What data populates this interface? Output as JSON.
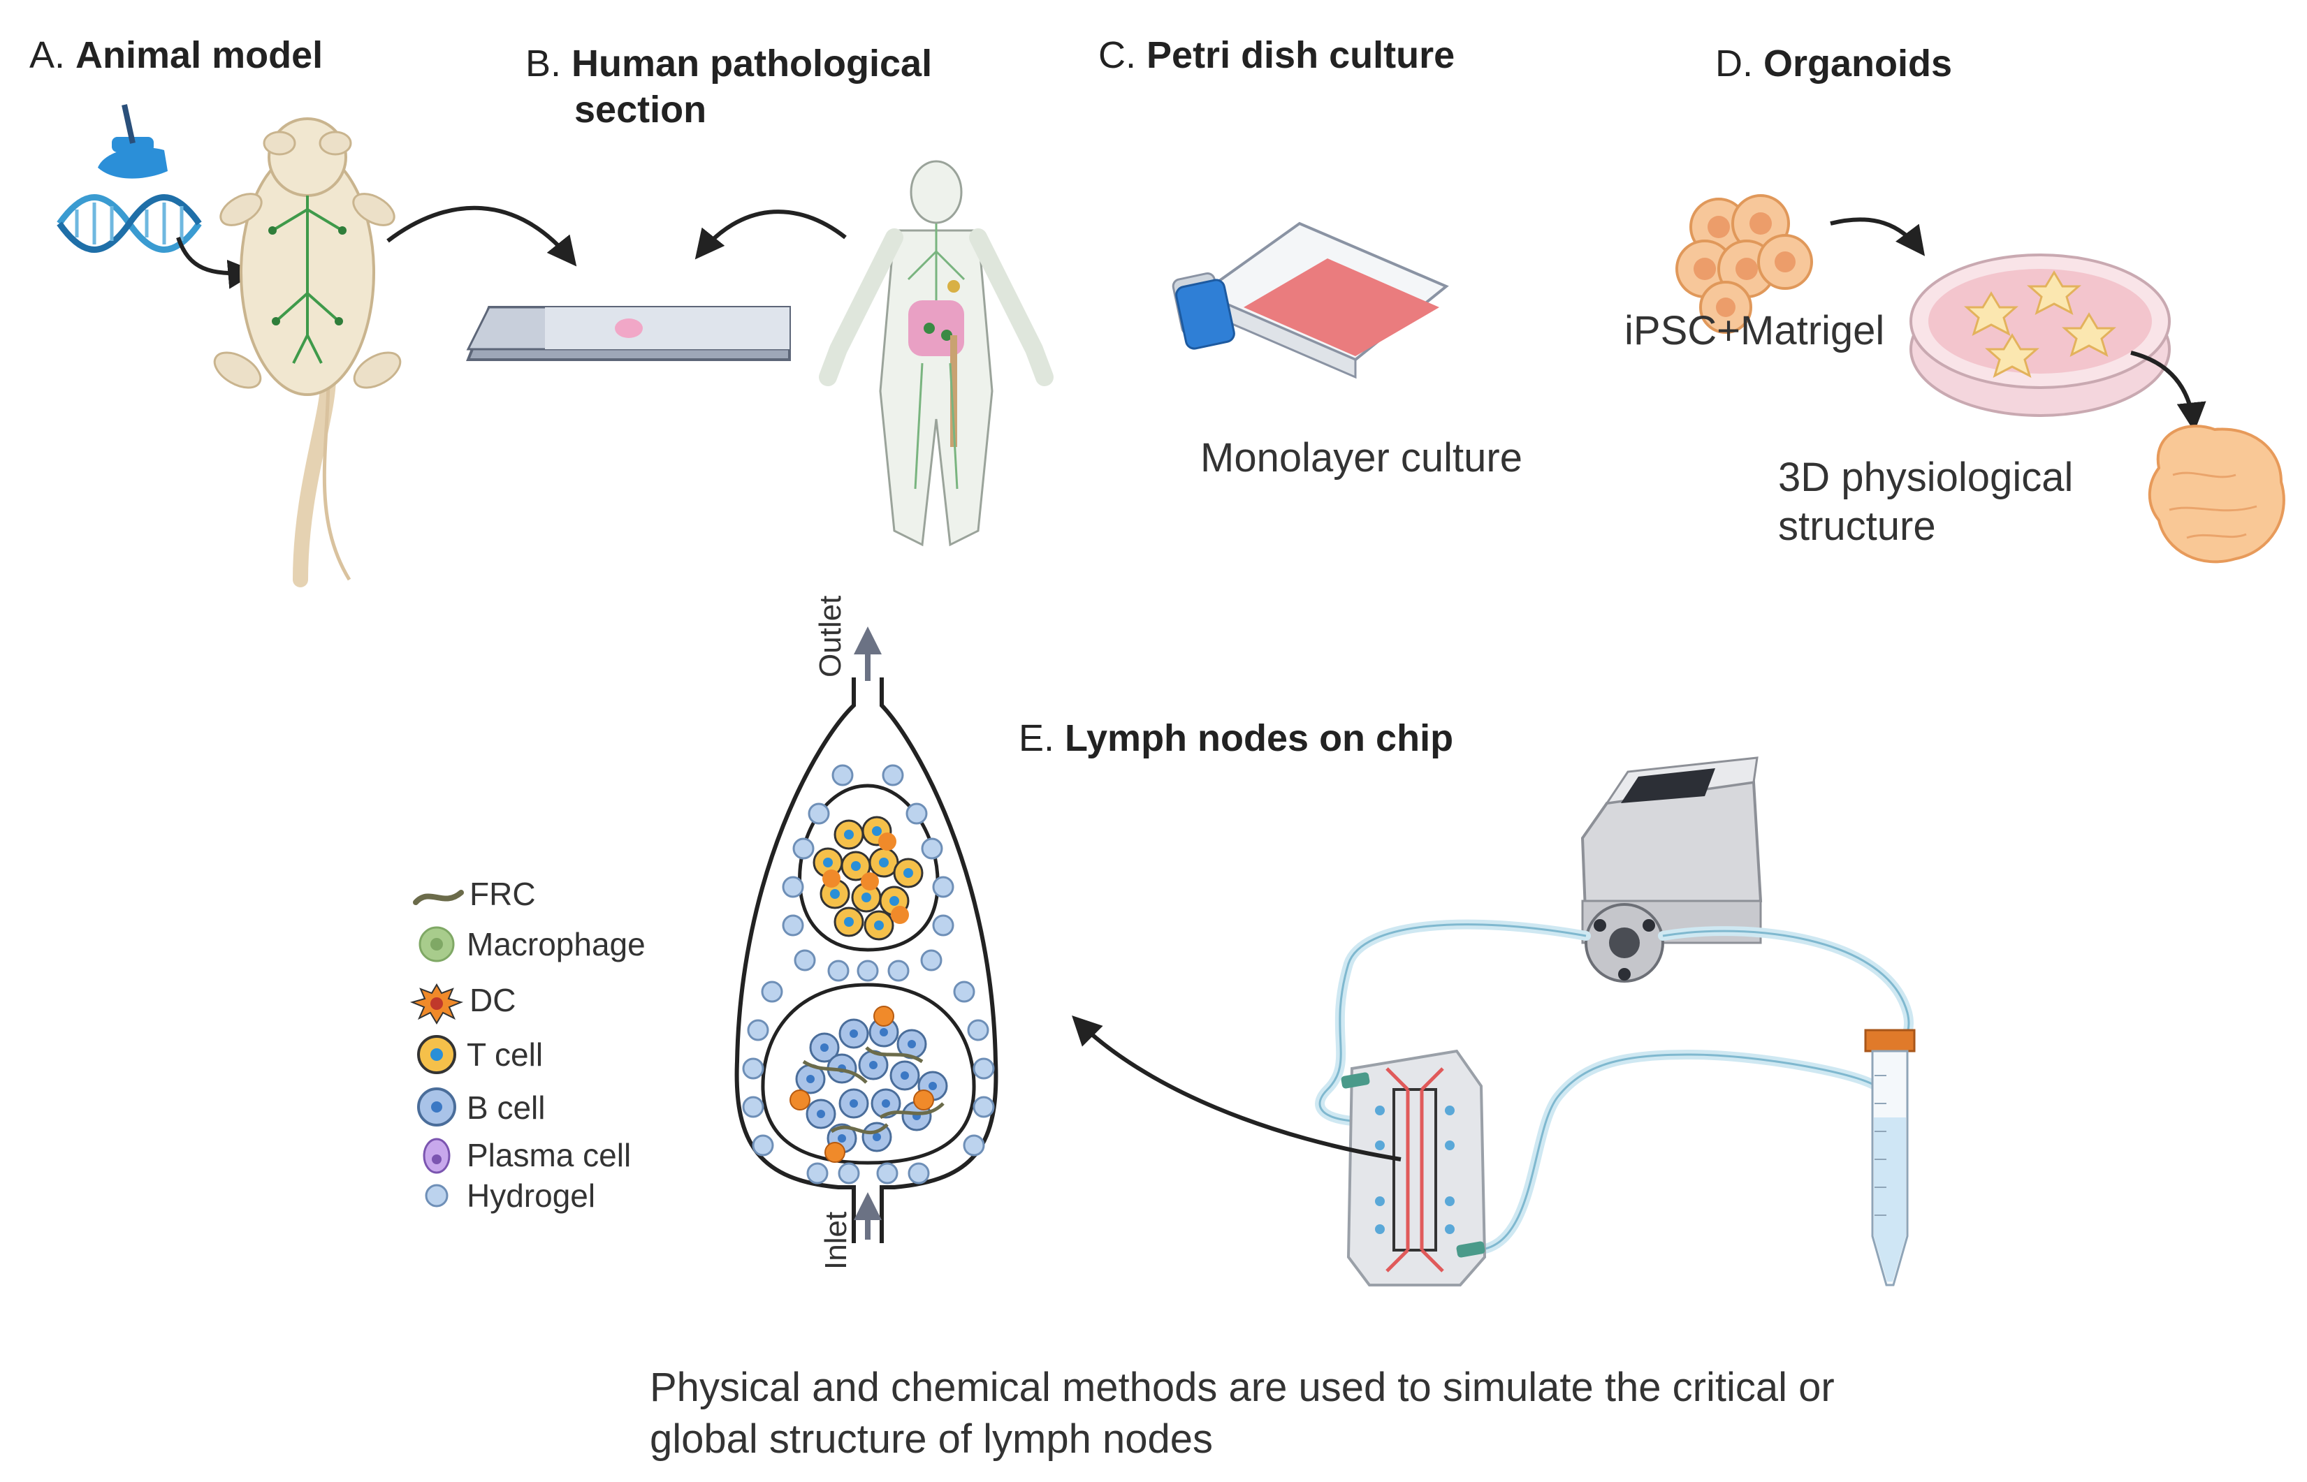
{
  "panels": {
    "a": {
      "letter": "A.",
      "name": "Animal model"
    },
    "b": {
      "letter": "B.",
      "name_line1": "Human pathological",
      "name_line2": "section"
    },
    "c": {
      "letter": "C.",
      "name": "Petri dish culture",
      "caption": "Monolayer culture"
    },
    "d": {
      "letter": "D.",
      "name": "Organoids",
      "label_cells": "iPSC+Matrigel",
      "caption_line1": "3D physiological",
      "caption_line2": "structure"
    },
    "e": {
      "letter": "E.",
      "name": "Lymph nodes on chip",
      "outlet": "Outlet",
      "inlet": "Inlet"
    }
  },
  "legend": {
    "frc": "FRC",
    "macrophage": "Macrophage",
    "dc": "DC",
    "t_cell": "T cell",
    "b_cell": "B cell",
    "plasma_cell": "Plasma cell",
    "hydrogel": "Hydrogel"
  },
  "footer": {
    "line1": "Physical and chemical methods are used to simulate the critical or",
    "line2": "global structure of lymph nodes"
  },
  "colors": {
    "tissue": "#f0e6d2",
    "media_red": "#e8787a",
    "cap_blue": "#2f7fd6",
    "organoid": "#f7c79a",
    "hydrogel": "#bcd3ee",
    "t_cell": "#f5c04a",
    "dc": "#f08a2a",
    "b_cell": "#a9c3e8",
    "plasma": "#a77fd6",
    "tube": "#d6eef7",
    "chip_channel": "#e05a5a",
    "arrow": "#222222"
  }
}
